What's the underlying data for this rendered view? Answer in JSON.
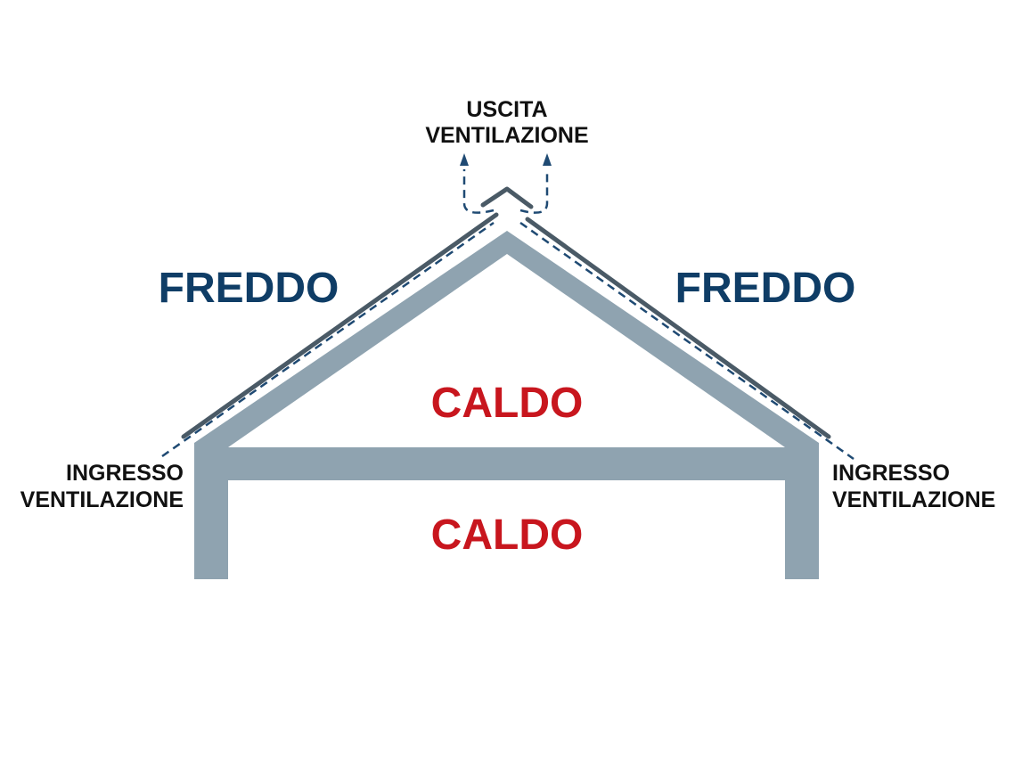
{
  "labels": {
    "vent_out_line1": "USCITA",
    "vent_out_line2": "VENTILAZIONE",
    "cold_left": "FREDDO",
    "cold_right": "FREDDO",
    "warm_attic": "CALDO",
    "warm_room": "CALDO",
    "vent_in_left_line1": "INGRESSO",
    "vent_in_left_line2": "VENTILAZIONE",
    "vent_in_right_line1": "INGRESSO",
    "vent_in_right_line2": "VENTILAZIONE"
  },
  "colors": {
    "structure": "#8fa3b0",
    "roof_cover": "#4a5a66",
    "airflow": "#1f4a73",
    "cold_text": "#0f3d66",
    "warm_text": "#c8161e",
    "label_text": "#111111"
  }
}
